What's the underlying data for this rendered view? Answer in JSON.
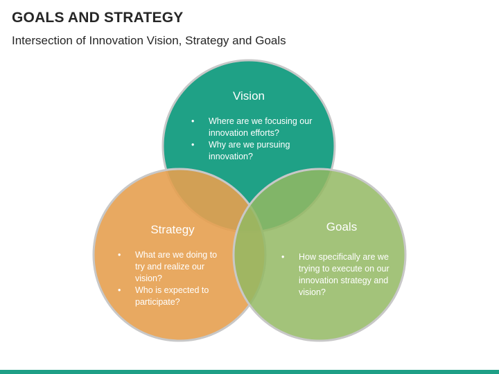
{
  "header": {
    "title": "GOALS AND STRATEGY",
    "subtitle": "Intersection of Innovation Vision, Strategy and Goals"
  },
  "venn": {
    "vision": {
      "label": "Vision",
      "color": "#1fa186",
      "bullets": [
        "Where are we focusing our innovation efforts?",
        "Why are we pursuing innovation?"
      ]
    },
    "strategy": {
      "label": "Strategy",
      "color": "#e9a755",
      "bullets": [
        "What are we doing to try and realize our vision?",
        "Who is expected to participate?"
      ]
    },
    "goals": {
      "label": "Goals",
      "color": "#9bbd6b",
      "bullets": [
        "How specifically are we trying to execute on our innovation strategy and vision?"
      ]
    }
  },
  "footer": {
    "bar_color": "#1e9f86"
  }
}
